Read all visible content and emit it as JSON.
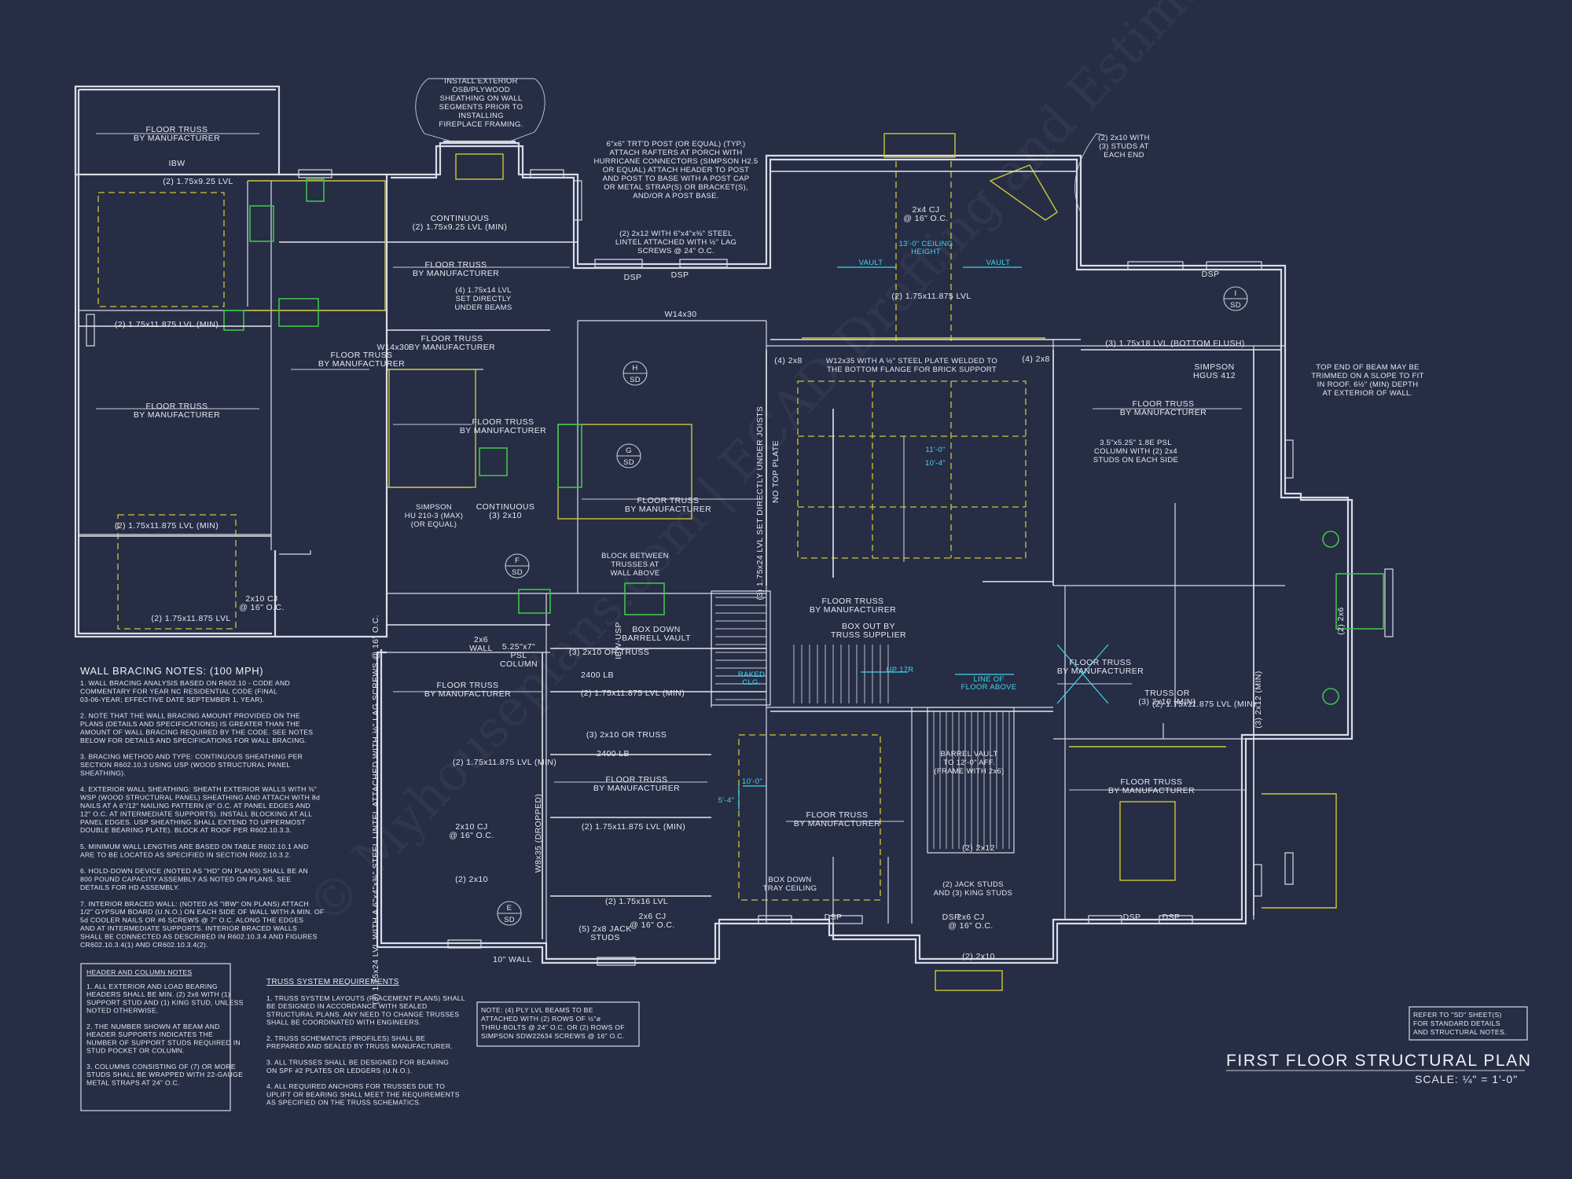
{
  "watermark": "© Myhouseplans.com | ECAD Drafting and Estimation - Marked as a use...",
  "drawing": {
    "title": "FIRST FLOOR STRUCTURAL PLAN",
    "scale": "SCALE: ¼\" = 1'-0\"",
    "refer_note": [
      "REFER TO \"SD\" SHEET(S)",
      "FOR STANDARD DETAILS",
      "AND STRUCTURAL NOTES."
    ]
  },
  "callouts": {
    "fireplace": [
      "INSTALL EXTERIOR",
      "OSB/PLYWOOD",
      "SHEATHING ON WALL",
      "SEGMENTS PRIOR TO",
      "INSTALLING",
      "FIREPLACE FRAMING."
    ],
    "porch_post": [
      "6\"x6\" TRT'D POST (OR EQUAL) (TYP.)",
      "ATTACH RAFTERS AT PORCH WITH",
      "HURRICANE CONNECTORS (SIMPSON H2.5",
      "OR EQUAL) ATTACH HEADER TO POST",
      "AND POST TO BASE WITH A POST CAP",
      "OR METAL STRAP(S) OR BRACKET(S),",
      "AND/OR A POST BASE."
    ],
    "lintel": [
      "(2) 2x12 WITH 6\"x4\"x⅜\" STEEL",
      "LINTEL ATTACHED WITH ½\" LAG",
      "SCREWS @ 24\" O.C."
    ],
    "studs_each_end": [
      "(2) 2x10 WITH",
      "(3) STUDS AT",
      "EACH END"
    ],
    "top_end_beam": [
      "TOP END OF BEAM MAY BE",
      "TRIMMED ON A SLOPE TO FIT",
      "IN ROOF. 6½\" (MIN) DEPTH",
      "AT EXTERIOR OF WALL."
    ],
    "steel_plate": [
      "W12x35 WITH A ½\" STEEL PLATE WELDED TO",
      "THE BOTTOM FLANGE FOR BRICK SUPPORT"
    ],
    "psl_column": [
      "3.5\"x5.25\" 1.8E PSL",
      "COLUMN WITH (2) 2x4",
      "STUDS ON EACH SIDE"
    ],
    "block_between": [
      "BLOCK BETWEEN",
      "TRUSSES AT",
      "WALL ABOVE"
    ],
    "under_beams": [
      "(4) 1.75x14 LVL",
      "SET DIRECTLY",
      "UNDER BEAMS"
    ],
    "simpson_hu": [
      "SIMPSON",
      "HU 210-3 (MAX)",
      "(OR EQUAL)"
    ],
    "jack_king": [
      "(2) JACK STUDS",
      "AND (3) KING STUDS"
    ],
    "barrel_vault": [
      "BARREL VAULT",
      "TO 12'-0\" AFF.",
      "(FRAME WITH 2x6)"
    ],
    "box_down_tray": [
      "BOX DOWN",
      "TRAY CEILING"
    ],
    "vault_label": "VAULT",
    "ceiling_height": [
      "13'-0\" CEILING",
      "HEIGHT"
    ],
    "line_of_floor": [
      "LINE OF",
      "FLOOR ABOVE"
    ],
    "raked_clg": [
      "RAKED",
      "CLG."
    ],
    "up_label": "UP 17R"
  },
  "plan_labels": [
    {
      "t": "FLOOR TRUSS",
      "t2": "BY MANUFACTURER"
    },
    {
      "t": "(2) 1.75x9.25 LVL"
    },
    {
      "t": "(2) 1.75x11.875 LVL (MIN)"
    },
    {
      "t": "(3) 1.75x18 LVL (BOTTOM FLUSH)"
    },
    {
      "t": "W14x30"
    },
    {
      "t": "CONTINUOUS",
      "t2": "(2) 1.75x9.25 LVL (MIN)"
    },
    {
      "t": "(2) 1.75x11.875 LVL"
    },
    {
      "t": "2x4 CJ",
      "t2": "@ 16\" O.C."
    },
    {
      "t": "(4) 2x8"
    },
    {
      "t": "SIMPSON",
      "t2": "HGUS 412"
    },
    {
      "t": "DSP"
    },
    {
      "t": "IBW"
    },
    {
      "t": "IBW-USP"
    },
    {
      "t": "2400 LB"
    },
    {
      "t": "(3) 2x10 OR TRUSS"
    },
    {
      "t": "BOX DOWN",
      "t2": "BARRELL VAULT"
    },
    {
      "t": "BOX OUT BY",
      "t2": "TRUSS SUPPLIER"
    },
    {
      "t": "TRUSS OR",
      "t2": "(3) 2x10 (MIN)"
    },
    {
      "t": "(2) 1.75x16 LVL"
    },
    {
      "t": "(5) 2x8 JACK",
      "t2": "STUDS"
    },
    {
      "t": "10\" WALL"
    },
    {
      "t": "2x6 CJ",
      "t2": "@ 16\" O.C."
    },
    {
      "t": "2x10 CJ",
      "t2": "@ 16\" O.C."
    },
    {
      "t": "(2) 2x10"
    },
    {
      "t": "(2) 2x12"
    },
    {
      "t": "(2) 2x6"
    },
    {
      "t": "(3) 2x12 (MIN)"
    },
    {
      "t": "2x6",
      "t2": "WALL"
    },
    {
      "t": "5.25\"x7\"",
      "t2": "PSL",
      "t3": "COLUMN"
    },
    {
      "t": "CONTINUOUS",
      "t2": "(3) 2x10"
    },
    {
      "t": "NO TOP PLATE"
    },
    {
      "t": "(3) 1.75x24 LVL SET DIRECTLY UNDER JOISTS"
    },
    {
      "t": "(3) 1.75x24 LVL WITH A 6\"x4\"x⅜\" STEEL LINTEL ATTACHED WITH ½\" LAG SCREWS @ 16\" O.C."
    },
    {
      "t": "W8x35 (DROPPED)"
    },
    {
      "t": "11'-0\""
    },
    {
      "t": "10'-4\""
    },
    {
      "t": "10'-0\""
    },
    {
      "t": "5'-4\""
    }
  ],
  "detail_tags": [
    {
      "letter": "H",
      "sheet": "SD"
    },
    {
      "letter": "G",
      "sheet": "SD"
    },
    {
      "letter": "F",
      "sheet": "SD"
    },
    {
      "letter": "E",
      "sheet": "SD"
    },
    {
      "letter": "I",
      "sheet": "SD"
    }
  ],
  "wall_bracing": {
    "heading": "WALL BRACING NOTES: (100 MPH)",
    "lines": [
      "1. WALL BRACING ANALYSIS BASED ON R602.10 - CODE AND",
      "COMMENTARY FOR YEAR NC RESIDENTIAL CODE (FINAL",
      "03-06-YEAR; EFFECTIVE DATE SEPTEMBER 1, YEAR).",
      "",
      "2. NOTE THAT THE WALL BRACING AMOUNT PROVIDED ON THE",
      "PLANS (DETAILS AND SPECIFICATIONS) IS GREATER THAN THE",
      "AMOUNT OF WALL BRACING REQUIRED BY THE CODE. SEE NOTES",
      "BELOW FOR DETAILS AND SPECIFICATIONS FOR WALL BRACING.",
      "",
      "3. BRACING METHOD AND TYPE: CONTINUOUS SHEATHING PER",
      "SECTION R602.10.3 USING USP (WOOD STRUCTURAL PANEL",
      "SHEATHING).",
      "",
      "4. EXTERIOR WALL SHEATHING: SHEATH EXTERIOR WALLS WITH ⅜\"",
      "WSP (WOOD STRUCTURAL PANEL) SHEATHING AND ATTACH WITH 8d",
      "NAILS AT A 6\"/12\" NAILING PATTERN (6\" O.C. AT PANEL EDGES AND",
      "12\" O.C. AT INTERMEDIATE SUPPORTS). INSTALL BLOCKING AT ALL",
      "PANEL EDGES. USP SHEATHING SHALL EXTEND TO UPPERMOST",
      "DOUBLE BEARING PLATE). BLOCK AT ROOF PER R602.10.3.3.",
      "",
      "5. MINIMUM WALL LENGTHS ARE BASED ON TABLE R602.10.1 AND",
      "ARE TO BE LOCATED AS SPECIFIED IN SECTION R602.10.3.2.",
      "",
      "6. HOLD-DOWN DEVICE (NOTED AS \"HD\" ON PLANS) SHALL BE AN",
      "800 POUND CAPACITY ASSEMBLY AS NOTED ON PLANS. SEE",
      "DETAILS FOR HD ASSEMBLY.",
      "",
      "7. INTERIOR BRACED WALL: (NOTED AS \"IBW\" ON PLANS) ATTACH",
      "1/2\" GYPSUM BOARD (U.N.O.) ON EACH SIDE OF WALL WITH A MIN. OF",
      "5d COOLER NAILS OR #6 SCREWS @ 7\" O.C. ALONG THE EDGES",
      "AND AT INTERMEDIATE SUPPORTS. INTERIOR BRACED WALLS",
      "SHALL BE CONNECTED AS DESCRIBED IN R602.10.3.4 AND FIGURES",
      "CR602.10.3.4(1) AND CR602.10.3.4(2)."
    ]
  },
  "header_column": {
    "heading": "HEADER AND COLUMN NOTES",
    "lines": [
      "1. ALL EXTERIOR AND LOAD BEARING",
      "HEADERS SHALL BE MIN. (2) 2x6 WITH (1)",
      "SUPPORT STUD AND (1) KING STUD, UNLESS",
      "NOTED OTHERWISE.",
      "",
      "2. THE NUMBER SHOWN AT BEAM AND",
      "HEADER SUPPORTS INDICATES THE",
      "NUMBER OF SUPPORT STUDS REQUIRED IN",
      "STUD POCKET OR COLUMN.",
      "",
      "3. COLUMNS CONSISTING OF (7) OR MORE",
      "STUDS SHALL BE WRAPPED WITH 22-GAUGE",
      "METAL STRAPS AT 24\" O.C."
    ]
  },
  "truss_system": {
    "heading": "TRUSS SYSTEM REQUIREMENTS",
    "lines": [
      "1. TRUSS SYSTEM LAYOUTS (PLACEMENT PLANS) SHALL",
      "BE DESIGNED IN ACCORDANCE WITH SEALED",
      "STRUCTURAL PLANS. ANY NEED TO CHANGE TRUSSES",
      "SHALL BE COORDINATED WITH ENGINEERS.",
      "",
      "2. TRUSS SCHEMATICS (PROFILES) SHALL BE",
      "PREPARED AND SEALED BY TRUSS MANUFACTURER.",
      "",
      "3. ALL TRUSSES SHALL BE DESIGNED FOR BEARING",
      "ON SPF #2 PLATES OR LEDGERS (U.N.O.).",
      "",
      "4. ALL REQUIRED ANCHORS FOR TRUSSES DUE TO",
      "UPLIFT OR BEARING SHALL MEET THE REQUIREMENTS",
      "AS SPECIFIED ON THE TRUSS SCHEMATICS."
    ]
  },
  "lvl_note": {
    "lines": [
      "NOTE: (4) PLY LVL BEAMS TO BE",
      "ATTACHED WITH (2) ROWS OF ½\"ø",
      "THRU-BOLTS @ 24\" O.C. OR (2) ROWS OF",
      "SIMPSON SDW22634 SCREWS @ 16\" O.C."
    ]
  }
}
